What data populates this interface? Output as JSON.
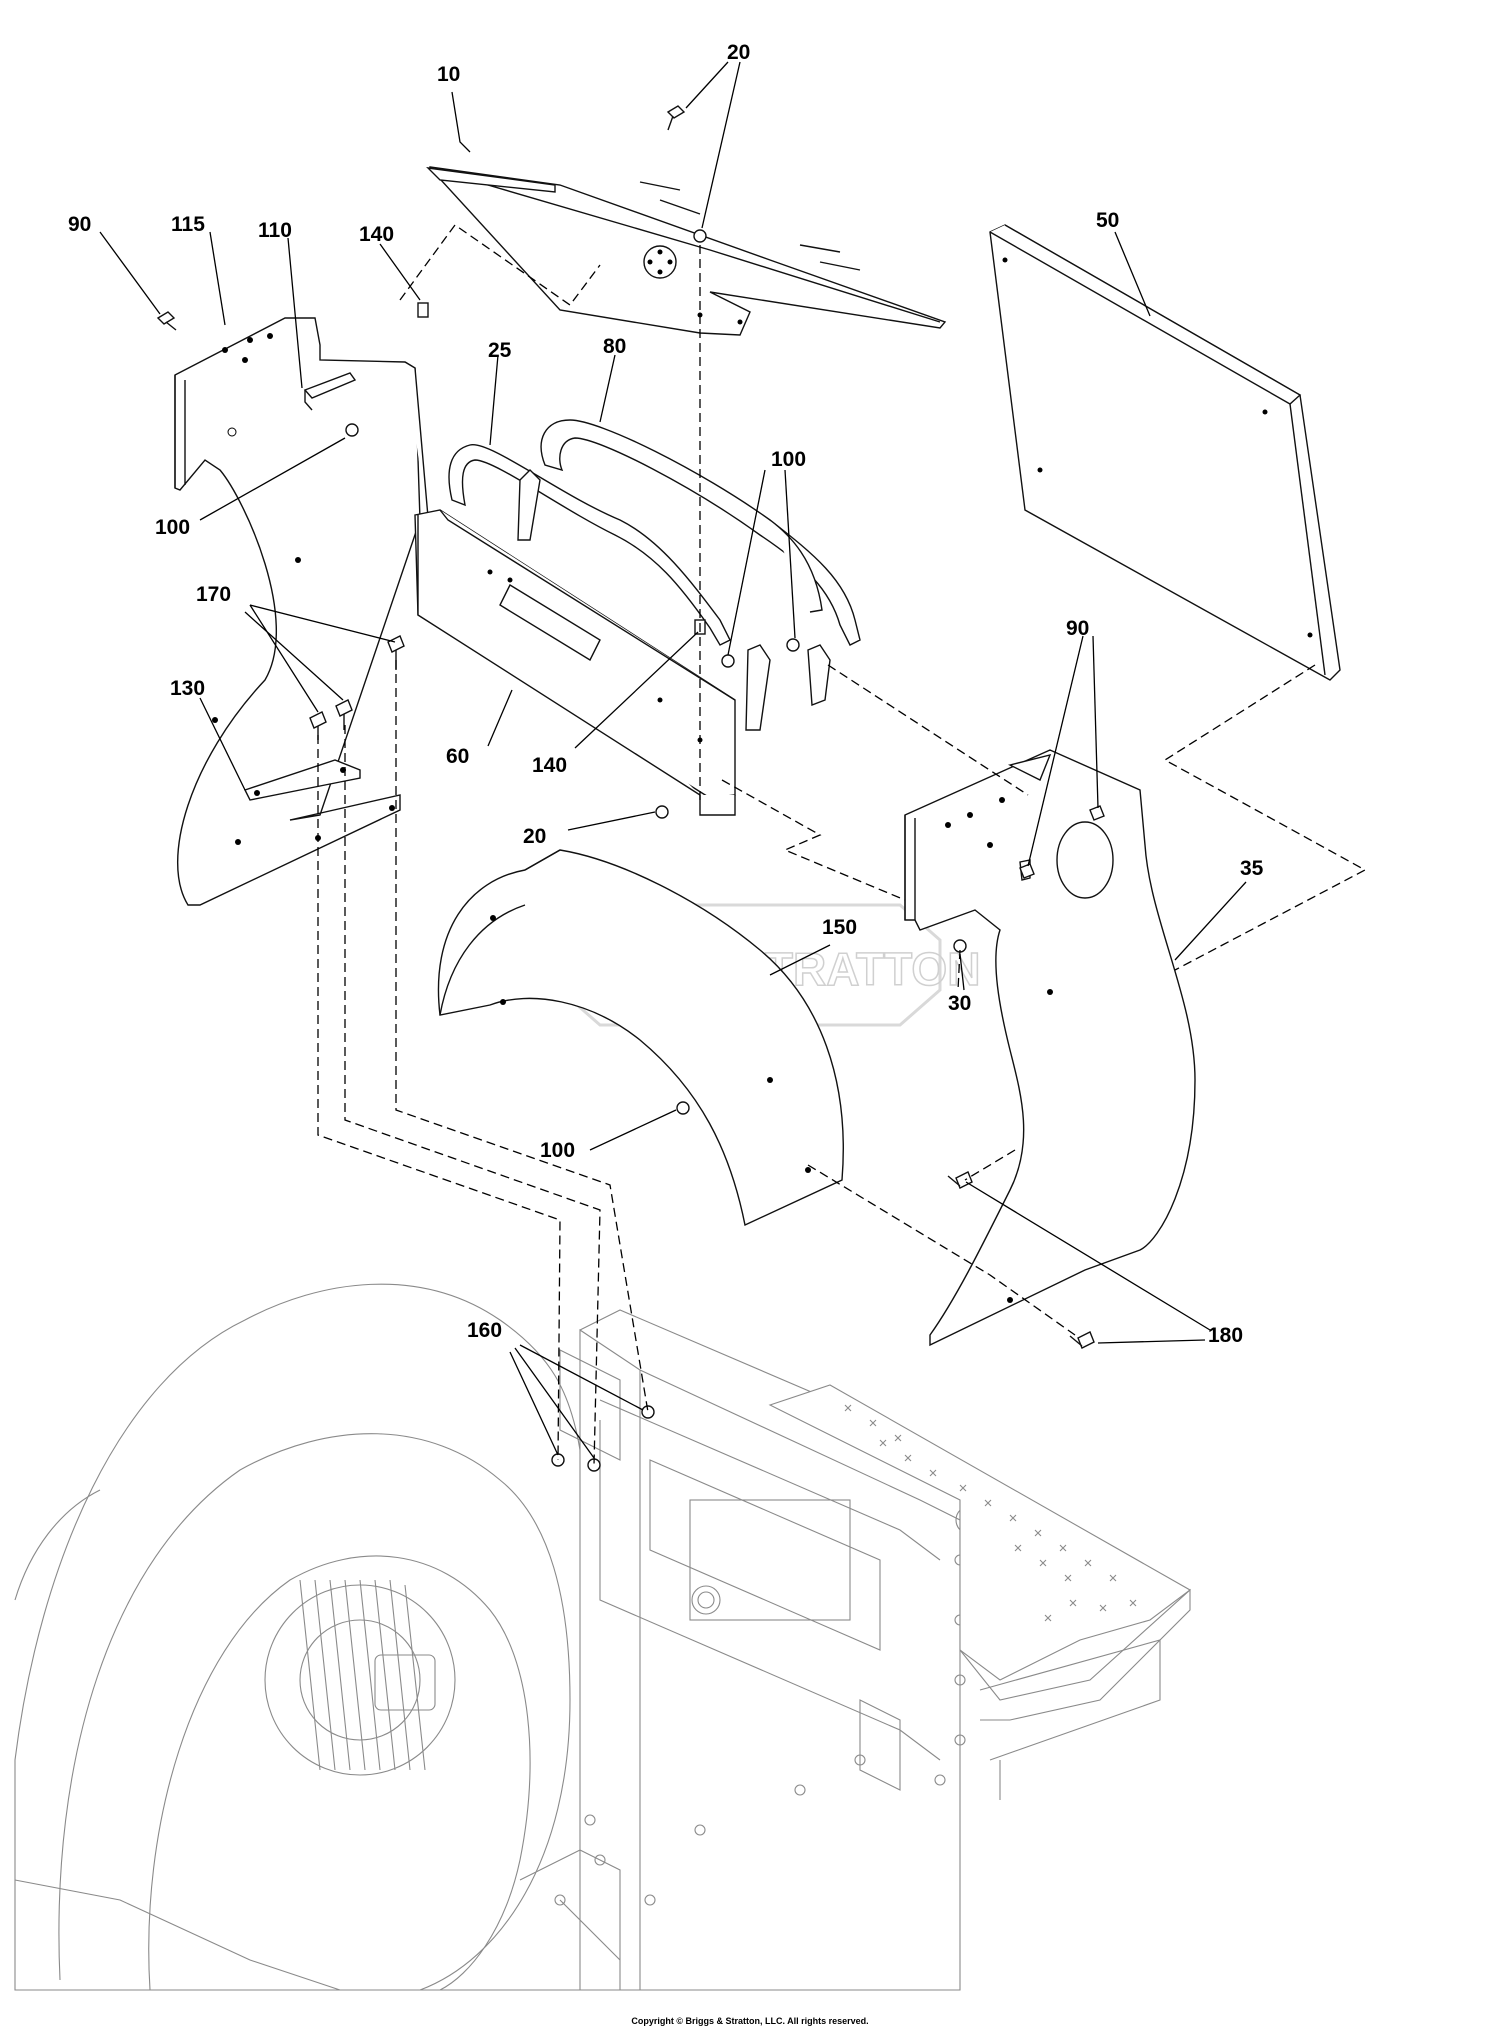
{
  "diagram": {
    "callouts": [
      {
        "id": "c10",
        "label": "10"
      },
      {
        "id": "c20a",
        "label": "20"
      },
      {
        "id": "c50",
        "label": "50"
      },
      {
        "id": "c90a",
        "label": "90"
      },
      {
        "id": "c115",
        "label": "115"
      },
      {
        "id": "c110",
        "label": "110"
      },
      {
        "id": "c140a",
        "label": "140"
      },
      {
        "id": "c25",
        "label": "25"
      },
      {
        "id": "c80",
        "label": "80"
      },
      {
        "id": "c100a",
        "label": "100"
      },
      {
        "id": "c100b",
        "label": "100"
      },
      {
        "id": "c90b",
        "label": "90"
      },
      {
        "id": "c170",
        "label": "170"
      },
      {
        "id": "c130",
        "label": "130"
      },
      {
        "id": "c60",
        "label": "60"
      },
      {
        "id": "c140b",
        "label": "140"
      },
      {
        "id": "c20b",
        "label": "20"
      },
      {
        "id": "c35",
        "label": "35"
      },
      {
        "id": "c150",
        "label": "150"
      },
      {
        "id": "c30",
        "label": "30"
      },
      {
        "id": "c100c",
        "label": "100"
      },
      {
        "id": "c160",
        "label": "160"
      },
      {
        "id": "c180",
        "label": "180"
      }
    ],
    "watermark": "BRIGGS&STRATTON",
    "copyright": "Copyright © Briggs & Stratton, LLC. All rights reserved."
  }
}
